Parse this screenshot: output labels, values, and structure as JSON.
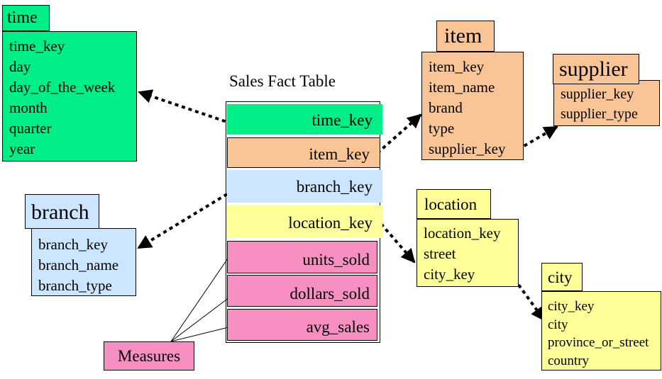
{
  "colors": {
    "time": "#00ee88",
    "item": "#f9c596",
    "branch": "#cce6ff",
    "location": "#ffff99",
    "measure": "#f78fc3"
  },
  "fact_table": {
    "caption": "Sales Fact Table",
    "keys": [
      "time_key",
      "item_key",
      "branch_key",
      "location_key"
    ],
    "measures": [
      "units_sold",
      "dollars_sold",
      "avg_sales"
    ]
  },
  "measures_label": "Measures",
  "dimensions": {
    "time": {
      "name": "time",
      "fields": [
        "time_key",
        "day",
        "day_of_the_week",
        "month",
        "quarter",
        "year"
      ]
    },
    "item": {
      "name": "item",
      "fields": [
        "item_key",
        "item_name",
        "brand",
        "type",
        "supplier_key"
      ]
    },
    "supplier": {
      "name": "supplier",
      "fields": [
        "supplier_key",
        "supplier_type"
      ]
    },
    "branch": {
      "name": "branch",
      "fields": [
        "branch_key",
        "branch_name",
        "branch_type"
      ]
    },
    "location": {
      "name": "location",
      "fields": [
        "location_key",
        "street",
        "city_key"
      ]
    },
    "city": {
      "name": "city",
      "fields": [
        "city_key",
        "city",
        "province_or_street",
        "country"
      ]
    }
  }
}
